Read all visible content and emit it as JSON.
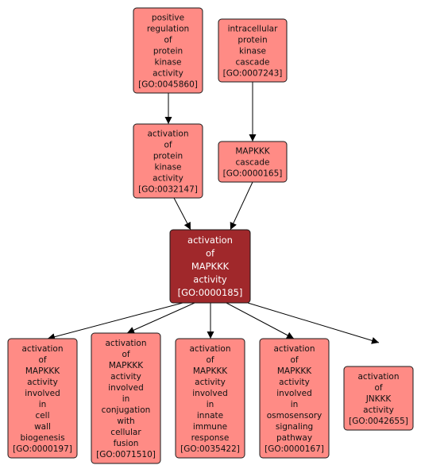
{
  "colors": {
    "node_fill": "#ff8b85",
    "focus_fill": "#a0282b",
    "edge": "#000000",
    "background": "#ffffff"
  },
  "nodes": [
    {
      "id": "n_0045860",
      "lines": [
        "positive",
        "regulation",
        "of",
        "protein",
        "kinase",
        "activity",
        "[GO:0045860]"
      ]
    },
    {
      "id": "n_0007243",
      "lines": [
        "intracellular",
        "protein",
        "kinase",
        "cascade",
        "[GO:0007243]"
      ]
    },
    {
      "id": "n_0032147",
      "lines": [
        "activation",
        "of",
        "protein",
        "kinase",
        "activity",
        "[GO:0032147]"
      ]
    },
    {
      "id": "n_0000165",
      "lines": [
        "MAPKKK",
        "cascade",
        "[GO:0000165]"
      ]
    },
    {
      "id": "n_0000185",
      "focus": true,
      "lines": [
        "activation",
        "of",
        "MAPKKK",
        "activity",
        "[GO:0000185]"
      ]
    },
    {
      "id": "n_0000197",
      "lines": [
        "activation",
        "of",
        "MAPKKK",
        "activity",
        "involved",
        "in",
        "cell",
        "wall",
        "biogenesis",
        "[GO:0000197]"
      ]
    },
    {
      "id": "n_0071510",
      "lines": [
        "activation",
        "of",
        "MAPKKK",
        "activity",
        "involved",
        "in",
        "conjugation",
        "with",
        "cellular",
        "fusion",
        "[GO:0071510]"
      ]
    },
    {
      "id": "n_0035422",
      "lines": [
        "activation",
        "of",
        "MAPKKK",
        "activity",
        "involved",
        "in",
        "innate",
        "immune",
        "response",
        "[GO:0035422]"
      ]
    },
    {
      "id": "n_0000167",
      "lines": [
        "activation",
        "of",
        "MAPKKK",
        "activity",
        "involved",
        "in",
        "osmosensory",
        "signaling",
        "pathway",
        "[GO:0000167]"
      ]
    },
    {
      "id": "n_0042655",
      "lines": [
        "activation",
        "of",
        "JNKKK",
        "activity",
        "[GO:0042655]"
      ]
    }
  ],
  "edges": [
    {
      "from": "n_0045860",
      "to": "n_0032147"
    },
    {
      "from": "n_0007243",
      "to": "n_0000165"
    },
    {
      "from": "n_0032147",
      "to": "n_0000185"
    },
    {
      "from": "n_0000165",
      "to": "n_0000185"
    },
    {
      "from": "n_0000185",
      "to": "n_0000197"
    },
    {
      "from": "n_0000185",
      "to": "n_0071510"
    },
    {
      "from": "n_0000185",
      "to": "n_0035422"
    },
    {
      "from": "n_0000185",
      "to": "n_0000167"
    },
    {
      "from": "n_0000185",
      "to": "n_0042655"
    }
  ]
}
